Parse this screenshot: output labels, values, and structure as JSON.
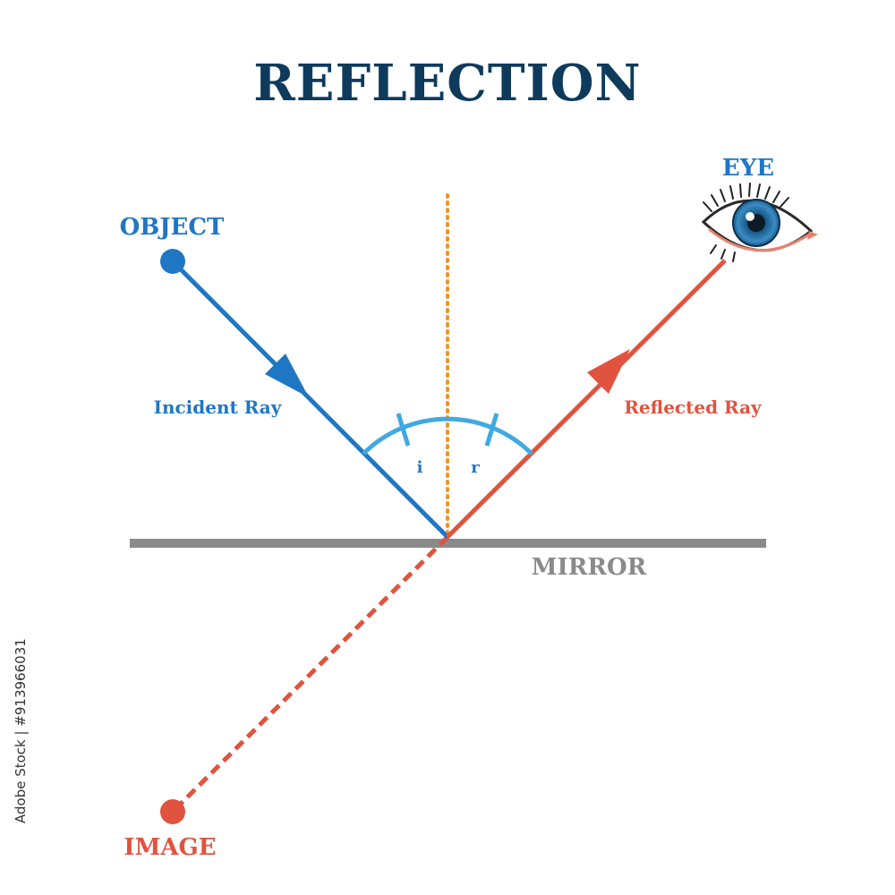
{
  "title": "REFLECTION",
  "labels": {
    "object": "OBJECT",
    "eye": "EYE",
    "incident_ray": "Incident Ray",
    "reflected_ray": "Reflected Ray",
    "angle_incidence": "i",
    "angle_reflection": "r",
    "mirror": "MIRROR",
    "image": "IMAGE"
  },
  "stock_id": "Adobe Stock | #913966031",
  "colors": {
    "title": "#0e3b5c",
    "incident": "#1f77c4",
    "reflected": "#e0533f",
    "normal": "#f0932b",
    "arc": "#3fa9e0",
    "mirror": "#8a8a8a",
    "mirror_label": "#8a8a8a",
    "side_text": "#333333"
  },
  "icons": {
    "object_marker": "dot",
    "image_marker": "dot",
    "eye": "eye-icon",
    "incident_arrow": "arrowhead",
    "reflected_arrow": "arrowhead"
  }
}
